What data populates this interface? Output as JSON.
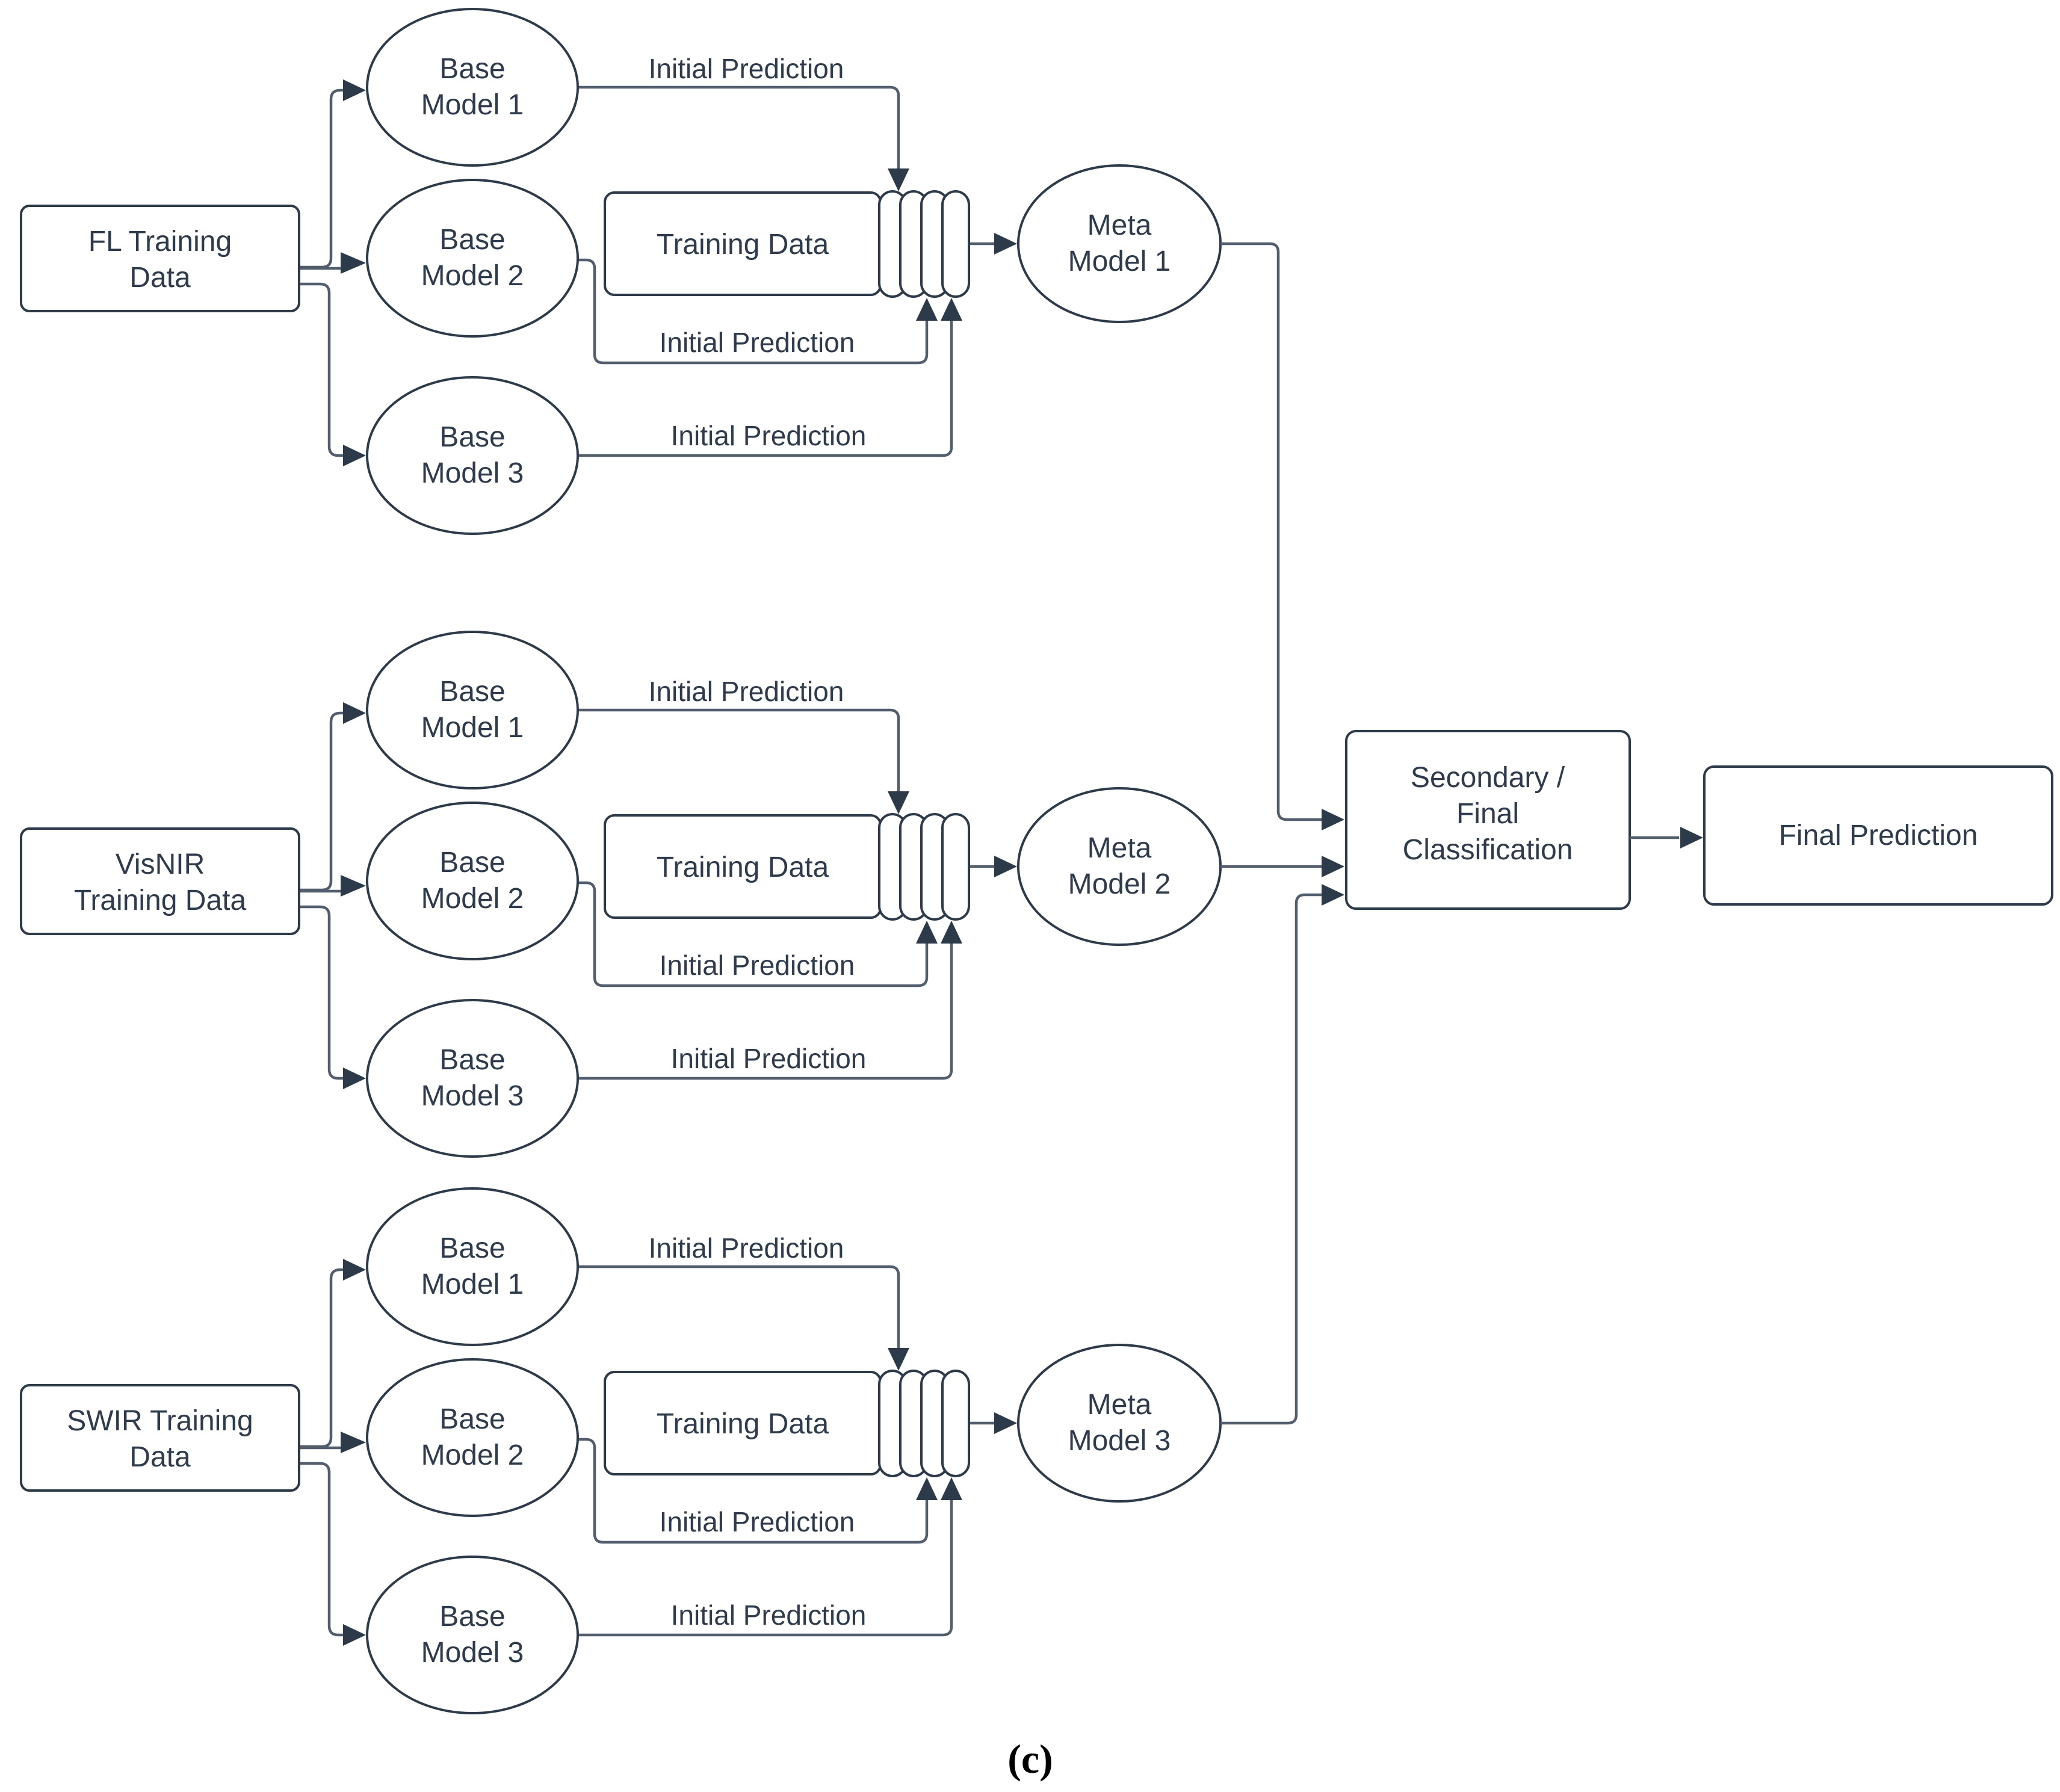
{
  "figure": {
    "caption": "(c)",
    "colors": {
      "shape_stroke": "#2c3a4a",
      "connector": "#525e6d",
      "text": "#2e3b4c",
      "background": "#ffffff"
    },
    "branches": [
      {
        "source": {
          "line1": "FL Training",
          "line2": "Data"
        },
        "base_models": [
          {
            "line1": "Base",
            "line2": "Model 1"
          },
          {
            "line1": "Base",
            "line2": "Model 2"
          },
          {
            "line1": "Base",
            "line2": "Model 3"
          }
        ],
        "training_data": "Training Data",
        "labels": {
          "top": "Initial Prediction",
          "mid": "Initial Prediction",
          "bottom": "Initial Prediction"
        },
        "meta": {
          "line1": "Meta",
          "line2": "Model 1"
        }
      },
      {
        "source": {
          "line1": "VisNIR",
          "line2": "Training Data"
        },
        "base_models": [
          {
            "line1": "Base",
            "line2": "Model 1"
          },
          {
            "line1": "Base",
            "line2": "Model 2"
          },
          {
            "line1": "Base",
            "line2": "Model 3"
          }
        ],
        "training_data": "Training Data",
        "labels": {
          "top": "Initial Prediction",
          "mid": "Initial Prediction",
          "bottom": "Initial Prediction"
        },
        "meta": {
          "line1": "Meta",
          "line2": "Model 2"
        }
      },
      {
        "source": {
          "line1": "SWIR Training",
          "line2": "Data"
        },
        "base_models": [
          {
            "line1": "Base",
            "line2": "Model 1"
          },
          {
            "line1": "Base",
            "line2": "Model 2"
          },
          {
            "line1": "Base",
            "line2": "Model 3"
          }
        ],
        "training_data": "Training Data",
        "labels": {
          "top": "Initial Prediction",
          "mid": "Initial Prediction",
          "bottom": "Initial Prediction"
        },
        "meta": {
          "line1": "Meta",
          "line2": "Model 3"
        }
      }
    ],
    "secondary": {
      "line1": "Secondary /",
      "line2": "Final",
      "line3": "Classification"
    },
    "final": {
      "label": "Final Prediction"
    }
  }
}
